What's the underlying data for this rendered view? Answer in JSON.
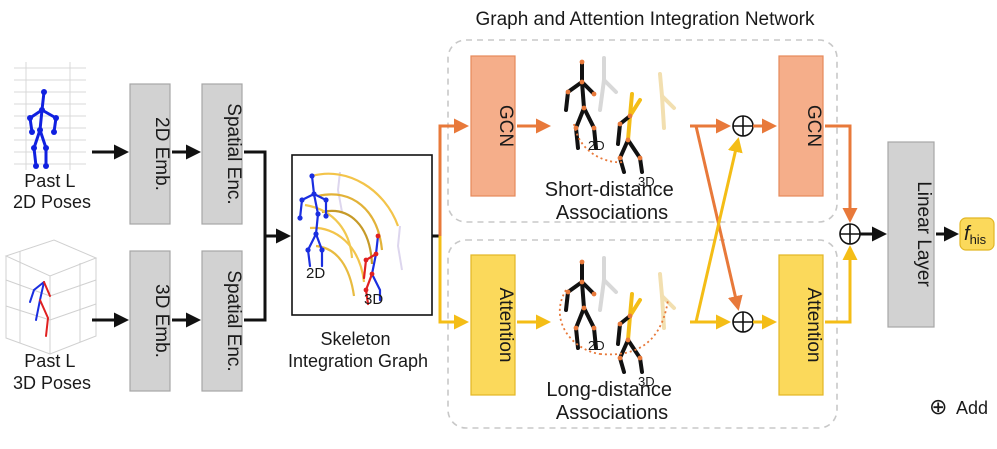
{
  "title": "Graph and Attention Integration Network",
  "inputs": {
    "past_2d_line1": "Past L",
    "past_2d_line2": "2D Poses",
    "past_3d_line1": "Past L",
    "past_3d_line2": "3D Poses"
  },
  "embeddings": {
    "emb_2d": "2D Emb.",
    "emb_3d": "3D Emb.",
    "spatial_enc": "Spatial Enc."
  },
  "skeleton_graph": {
    "label_2d": "2D",
    "label_3d": "3D",
    "caption_line1": "Skeleton",
    "caption_line2": "Integration Graph"
  },
  "network": {
    "gcn": "GCN",
    "attention": "Attention",
    "short_line1": "Short-distance",
    "short_line2": "Associations",
    "long_line1": "Long-distance",
    "long_line2": "Associations",
    "label_2d": "2D",
    "label_3d": "3D"
  },
  "output": {
    "linear_layer": "Linear Layer",
    "f_main": "f",
    "f_sub": "his"
  },
  "legend": {
    "add_symbol": "⊕",
    "add_label": "Add"
  },
  "colors": {
    "gray_box": "#d2d2d2",
    "gcn_fill": "#f5ae8a",
    "attention_fill": "#fbd95b",
    "orange_arrow": "#e8793a",
    "yellow_arrow": "#f4bd16"
  }
}
